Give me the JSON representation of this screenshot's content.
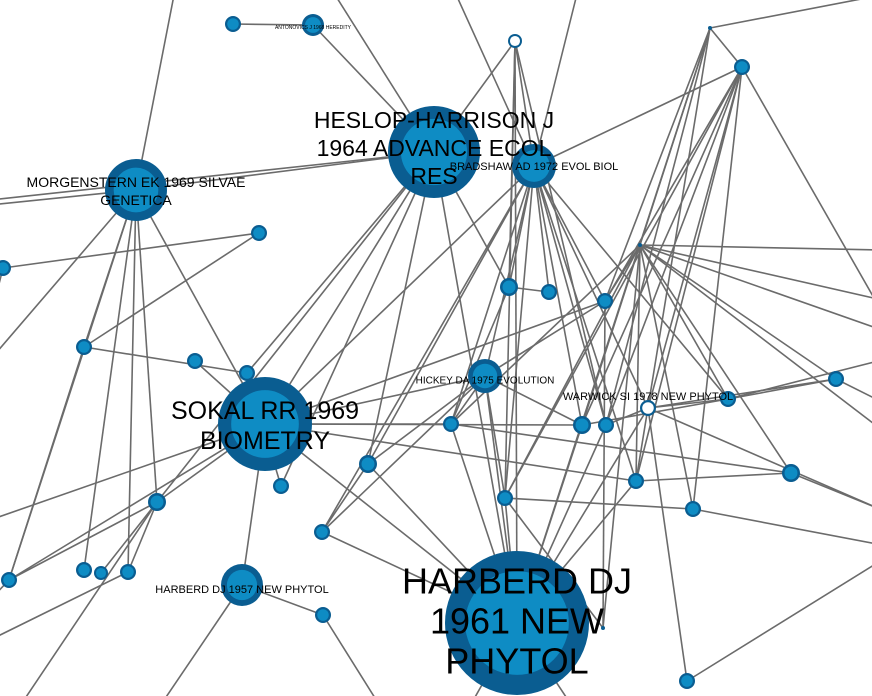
{
  "colors": {
    "node_fill": "#0e8cc4",
    "node_ring": "#0a5d91",
    "edge": "#6b6b6b",
    "background": "#ffffff"
  },
  "nodes": [
    {
      "id": "harberd1961",
      "label": [
        "HARBERD DJ",
        "1961 NEW",
        "PHYTOL"
      ],
      "size": "xl"
    },
    {
      "id": "heslop1964",
      "label": [
        "HESLOP-HARRISON J",
        "1964 ADVANCE ECOL",
        "RES"
      ],
      "size": "lg"
    },
    {
      "id": "sokal1969",
      "label": [
        "SOKAL RR 1969",
        "BIOMETRY"
      ],
      "size": "lg"
    },
    {
      "id": "morgenstern1969",
      "label": [
        "MORGENSTERN EK 1969 SILVAE",
        "GENETICA"
      ],
      "size": "md"
    },
    {
      "id": "bradshaw1972",
      "label": [
        "BRADSHAW AD 1972 EVOL BIOL"
      ],
      "size": "sm"
    },
    {
      "id": "hickey1975",
      "label": [
        "HICKEY DA 1975 EVOLUTION"
      ],
      "size": "sm"
    },
    {
      "id": "warwick1978",
      "label": [
        "WARWICK SI 1978 NEW PHYTOL"
      ],
      "size": "sm"
    },
    {
      "id": "harberd1957",
      "label": [
        "HARBERD DJ 1957 NEW PHYTOL"
      ],
      "size": "md"
    },
    {
      "id": "antonovics",
      "label": [
        "ANTONOVICS J 1968 HEREDITY"
      ],
      "size": "xs"
    }
  ]
}
